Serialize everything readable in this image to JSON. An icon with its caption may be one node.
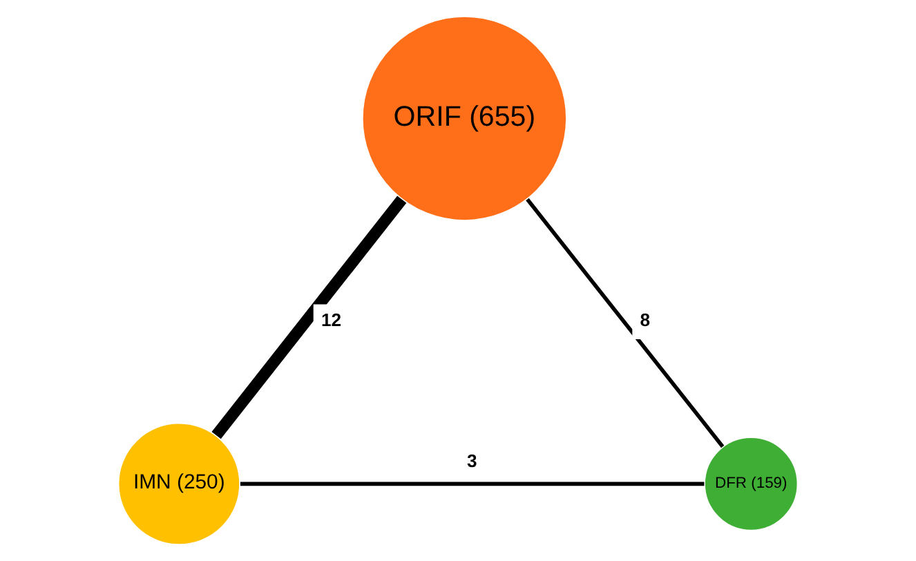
{
  "diagram": {
    "nodes": [
      {
        "text": [
          "ORIF (655)"
        ]
      },
      {
        "text": [
          "IMN (250)"
        ]
      },
      {
        "text": [
          "DFR (159)"
        ]
      }
    ],
    "edges": [
      {
        "from": 0,
        "to": 1,
        "arrow": "none",
        "label": "12",
        "style": "thick"
      },
      {
        "from": 0,
        "to": 2,
        "arrow": "none",
        "label": "8"
      },
      {
        "from": 1,
        "to": 2,
        "arrow": "none",
        "label": "3"
      }
    ]
  }
}
